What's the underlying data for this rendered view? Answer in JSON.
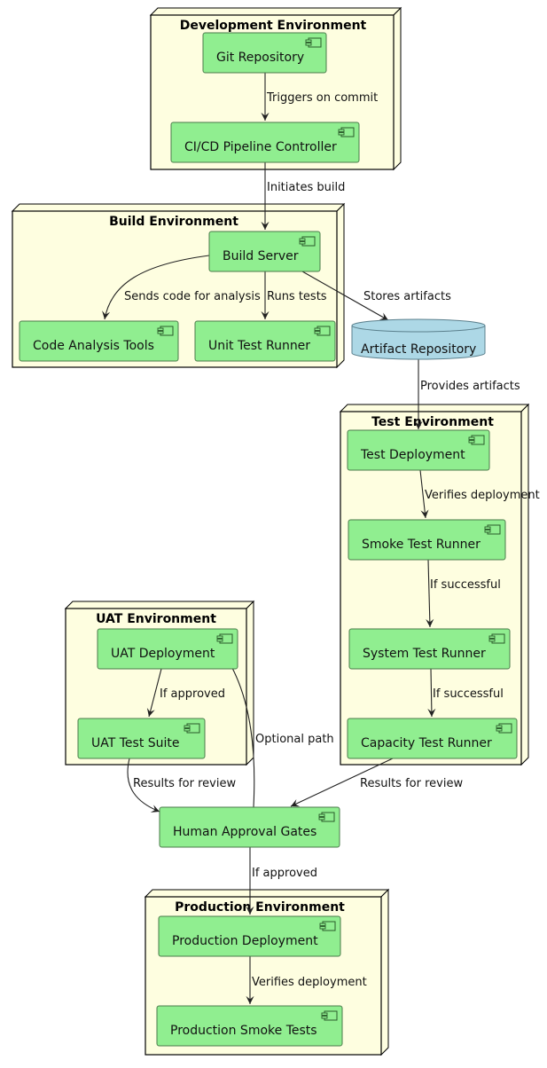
{
  "diagram": {
    "type": "deployment",
    "colors": {
      "node_fill": "#FEFEE0",
      "node_stroke": "#000000",
      "component_fill": "#90EE90",
      "component_stroke": "#4A7A4A",
      "database_fill": "#ADD8E6",
      "database_stroke": "#5A7F8C",
      "edge": "#222222"
    },
    "nodes": [
      {
        "id": "dev",
        "title": "Development Environment"
      },
      {
        "id": "build",
        "title": "Build Environment"
      },
      {
        "id": "test",
        "title": "Test Environment"
      },
      {
        "id": "uat",
        "title": "UAT Environment"
      },
      {
        "id": "prod",
        "title": "Production Environment"
      }
    ],
    "components": [
      {
        "id": "git",
        "label": "Git Repository",
        "parent": "dev"
      },
      {
        "id": "cicd",
        "label": "CI/CD Pipeline Controller",
        "parent": "dev"
      },
      {
        "id": "buildserver",
        "label": "Build Server",
        "parent": "build"
      },
      {
        "id": "codeanalysis",
        "label": "Code Analysis Tools",
        "parent": "build"
      },
      {
        "id": "unittest",
        "label": "Unit Test Runner",
        "parent": "build"
      },
      {
        "id": "testdeploy",
        "label": "Test Deployment",
        "parent": "test"
      },
      {
        "id": "smoke",
        "label": "Smoke Test Runner",
        "parent": "test"
      },
      {
        "id": "system",
        "label": "System Test Runner",
        "parent": "test"
      },
      {
        "id": "capacity",
        "label": "Capacity Test Runner",
        "parent": "test"
      },
      {
        "id": "uatdeploy",
        "label": "UAT Deployment",
        "parent": "uat"
      },
      {
        "id": "uatsuite",
        "label": "UAT Test Suite",
        "parent": "uat"
      },
      {
        "id": "approval",
        "label": "Human Approval Gates",
        "parent": null
      },
      {
        "id": "proddeploy",
        "label": "Production Deployment",
        "parent": "prod"
      },
      {
        "id": "prodsmoke",
        "label": "Production Smoke Tests",
        "parent": "prod"
      }
    ],
    "databases": [
      {
        "id": "artifacts",
        "label": "Artifact Repository"
      }
    ],
    "edges": [
      {
        "from": "git",
        "to": "cicd",
        "label": "Triggers on commit"
      },
      {
        "from": "cicd",
        "to": "buildserver",
        "label": "Initiates build"
      },
      {
        "from": "buildserver",
        "to": "codeanalysis",
        "label": "Sends code for analysis"
      },
      {
        "from": "buildserver",
        "to": "unittest",
        "label": "Runs tests"
      },
      {
        "from": "buildserver",
        "to": "artifacts",
        "label": "Stores artifacts"
      },
      {
        "from": "artifacts",
        "to": "testdeploy",
        "label": "Provides artifacts"
      },
      {
        "from": "testdeploy",
        "to": "smoke",
        "label": "Verifies deployment"
      },
      {
        "from": "smoke",
        "to": "system",
        "label": "If successful"
      },
      {
        "from": "system",
        "to": "capacity",
        "label": "If successful"
      },
      {
        "from": "capacity",
        "to": "approval",
        "label": "Results for review"
      },
      {
        "from": "uatdeploy",
        "to": "uatsuite",
        "label": "If approved"
      },
      {
        "from": "uatsuite",
        "to": "approval",
        "label": "Results for review"
      },
      {
        "from": "approval",
        "to": "uatdeploy",
        "label": "Optional path"
      },
      {
        "from": "approval",
        "to": "proddeploy",
        "label": "If approved"
      },
      {
        "from": "proddeploy",
        "to": "prodsmoke",
        "label": "Verifies deployment"
      }
    ]
  }
}
